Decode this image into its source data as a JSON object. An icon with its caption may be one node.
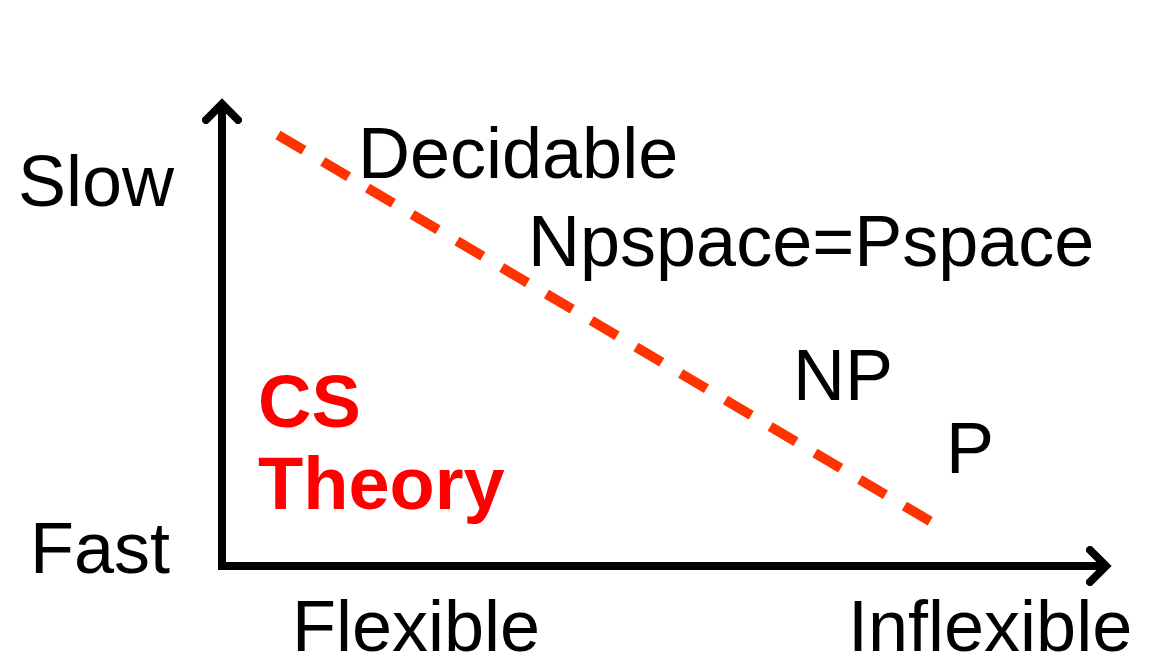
{
  "diagram": {
    "labels": [
      "Decidable",
      "Slow",
      "Npspace=Pspace",
      "NP",
      "P",
      "CS Theory",
      "Fast",
      "Flexible",
      "Inflexible"
    ]
  }
}
